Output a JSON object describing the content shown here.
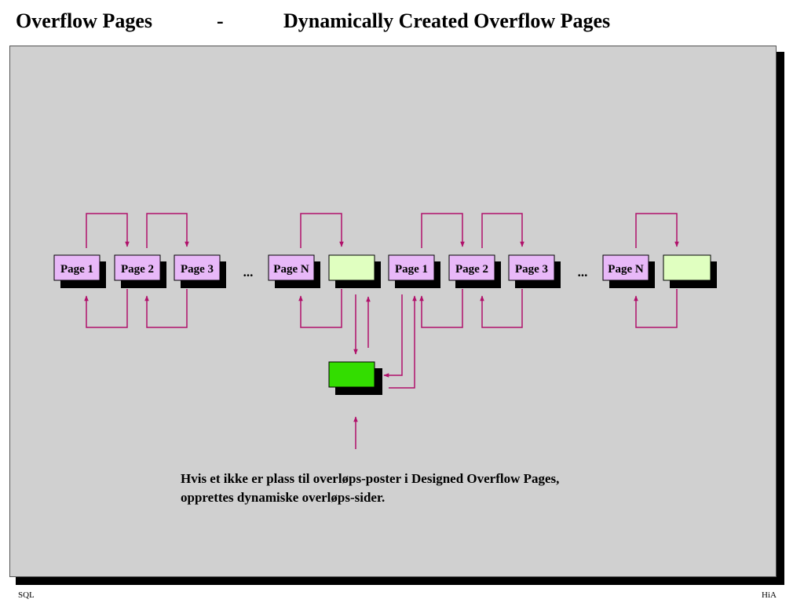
{
  "header": {
    "title_left": "Overflow Pages",
    "separator": "-",
    "title_right": "Dynamically Created Overflow Pages"
  },
  "diagram": {
    "pages": {
      "page1": "Page 1",
      "page2": "Page 2",
      "page3": "Page 3",
      "pageN": "Page N"
    },
    "ellipsis": "...",
    "colors": {
      "panel": "#d0d0d0",
      "page_box": "#e8b8f8",
      "designed_overflow_box": "#e0ffc0",
      "dynamic_overflow_box": "#33dd00",
      "arrow": "#b0106a",
      "shadow": "#000000"
    }
  },
  "caption": {
    "line1": "Hvis et ikke er plass til overløps-poster i Designed Overflow Pages,",
    "line2": "opprettes dynamiske overløps-sider."
  },
  "footer": {
    "left": "SQL",
    "right": "HiA"
  }
}
